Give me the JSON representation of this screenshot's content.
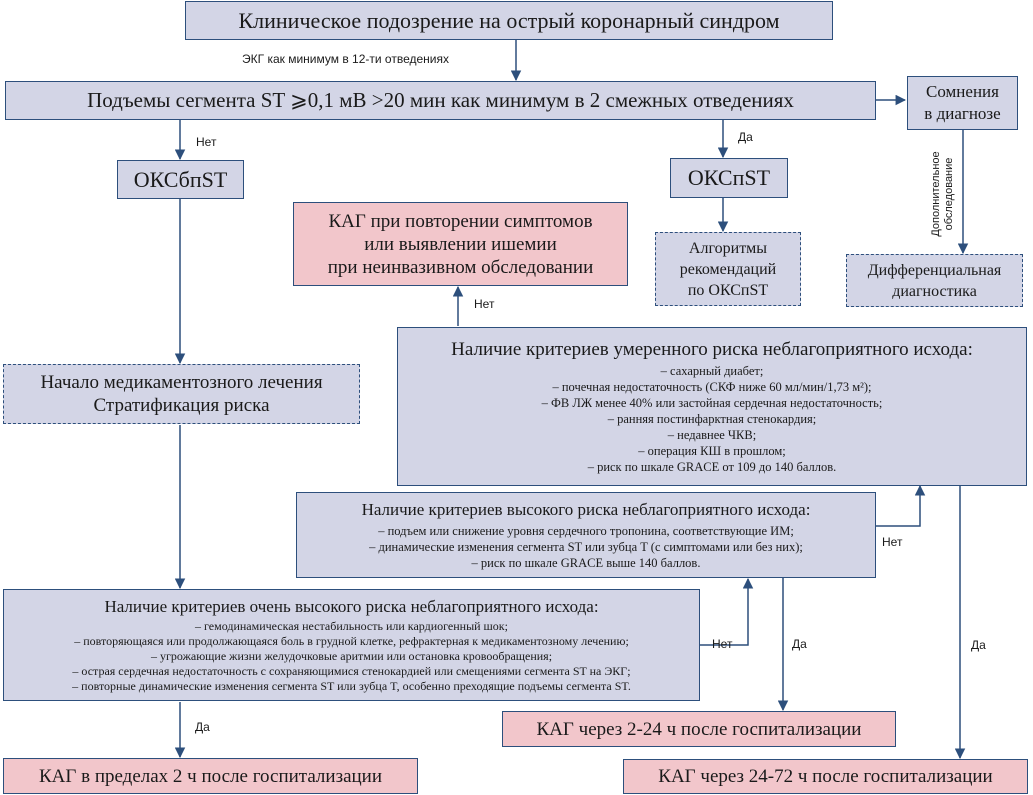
{
  "boxes": {
    "suspicion": "Клиническое подозрение на острый коронарный синдром",
    "st_elevation": "Подъемы сегмента  ST ⩾0,1 мВ >20 мин как минимум в 2 смежных отведениях",
    "doubt": [
      "Сомнения",
      "в диагнозе"
    ],
    "nstemi": "ОКСбпST",
    "stemi": "ОКСпST",
    "stemi_algorithms": [
      "Алгоритмы",
      "рекомендаций",
      "по ОКСпST"
    ],
    "differential": [
      "Дифференциальная",
      "диагностика"
    ],
    "kag_repeat": [
      "КАГ при повторении симптомов",
      "или выявлении ишемии",
      "при неинвазивном обследовании"
    ],
    "medical_start": [
      "Начало медикаментозного лечения",
      "Стратификация риска"
    ],
    "moderate_risk": {
      "title": "Наличие критериев умеренного риска неблагоприятного исхода:",
      "items": [
        "– сахарный диабет;",
        "– почечная недостаточность (СКФ ниже 60 мл/мин/1,73 м²);",
        "– ФВ ЛЖ менее 40% или застойная сердечная недостаточность;",
        "– ранняя постинфарктная стенокардия;",
        "– недавнее ЧКВ;",
        "– операция КШ в прошлом;",
        "– риск по шкале GRACE от 109 до 140 баллов."
      ]
    },
    "high_risk": {
      "title": "Наличие критериев высокого риска неблагоприятного исхода:",
      "items": [
        "– подъем или снижение уровня сердечного тропонина, соответствующие ИМ;",
        "– динамические изменения сегмента ST или зубца T (с симптомами или без них);",
        "– риск по шкале GRACE выше 140 баллов."
      ]
    },
    "very_high_risk": {
      "title": "Наличие критериев очень высокого риска неблагоприятного исхода:",
      "items": [
        "– гемодинамическая нестабильность или кардиогенный шок;",
        "– повторяющаяся или продолжающаяся боль в грудной клетке, рефрактерная к медикаментозному лечению;",
        "– угрожающие жизни желудочковые аритмии или остановка кровообращения;",
        "– острая сердечная недостаточность с сохраняющимися стенокардией или смещениями сегмента ST на ЭКГ;",
        "– повторные динамические изменения сегмента ST или зубца T, особенно преходящие подъемы сегмента ST."
      ]
    },
    "kag_2h": "КАГ в пределах 2 ч после госпитализации",
    "kag_2_24h": "КАГ через 2-24 ч после госпитализации",
    "kag_24_72h": "КАГ через 24-72 ч после госпитализации"
  },
  "labels": {
    "ecg": "ЭКГ как минимум в 12-ти отведениях",
    "no_nstemi": "Нет",
    "yes_stemi": "Да",
    "no_kag_repeat": "Нет",
    "no_high": "Нет",
    "no_very_high": "Нет",
    "yes_high": "Да",
    "yes_moderate": "Да",
    "yes_very_high": "Да",
    "additional_exam": [
      "Дополнительное",
      "обследование"
    ]
  },
  "colors": {
    "box_fill": "#d3d5e6",
    "box_pink": "#f2c6cb",
    "border": "#2d4f7c",
    "arrow": "#2d4f7c"
  }
}
